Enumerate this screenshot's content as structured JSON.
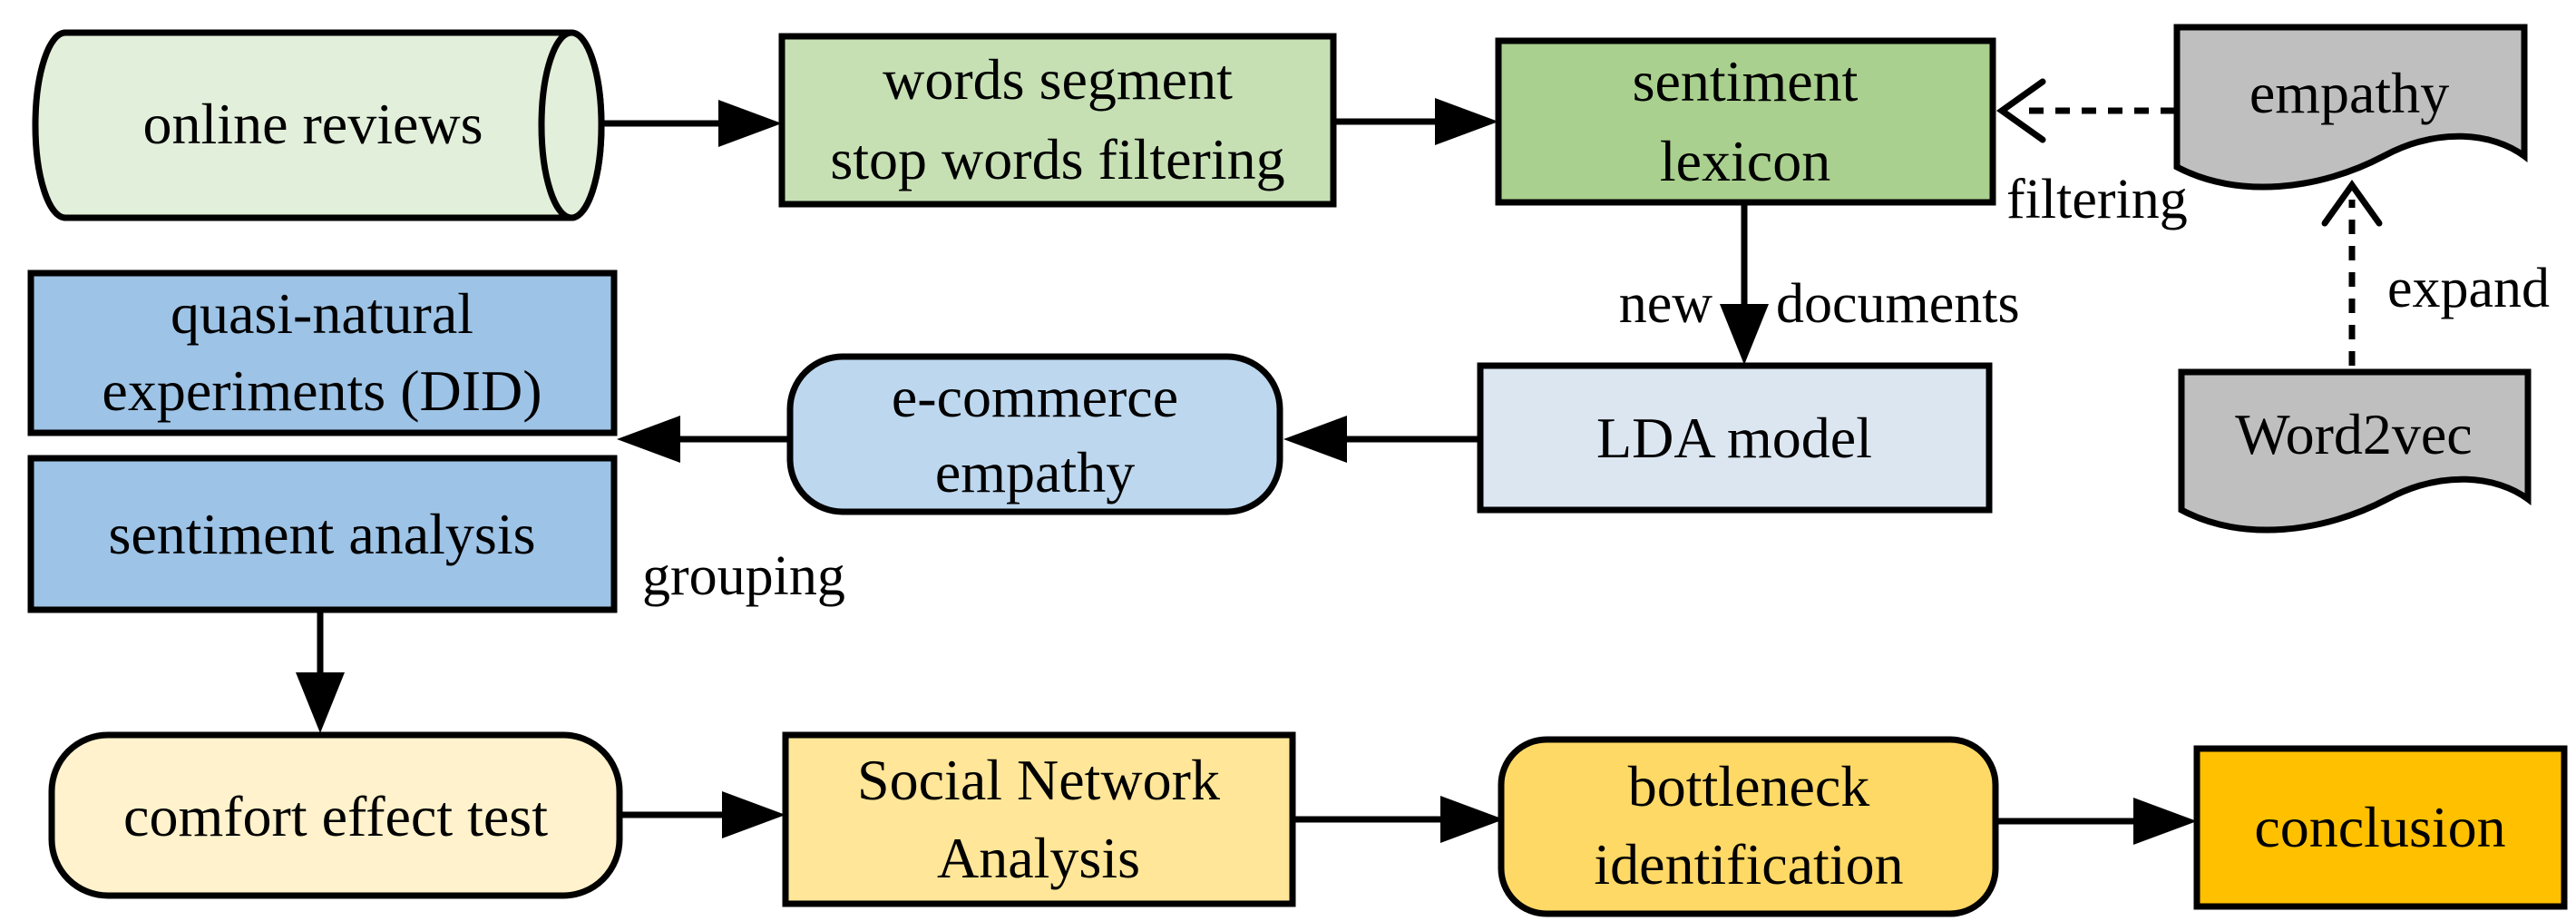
{
  "diagram": {
    "background": "#ffffff",
    "stroke_color": "#000000",
    "nodes": {
      "online_reviews": {
        "label": "online reviews",
        "shape": "cylinder",
        "fill": "#e2efda"
      },
      "words_segment": {
        "line1": "words segment",
        "line2": "stop words filtering",
        "shape": "rectangle",
        "fill": "#c6e0b4"
      },
      "sentiment_lexicon": {
        "line1": "sentiment",
        "line2": "lexicon",
        "shape": "rectangle",
        "fill": "#a9d08e"
      },
      "empathy": {
        "label": "empathy",
        "shape": "document",
        "fill": "#bfbfbf"
      },
      "word2vec": {
        "label": "Word2vec",
        "shape": "document",
        "fill": "#bfbfbf"
      },
      "lda_model": {
        "label": "LDA model",
        "shape": "rectangle",
        "fill": "#dce6f1"
      },
      "ecommerce_empathy": {
        "line1": "e-commerce",
        "line2": "empathy",
        "shape": "rounded-rectangle",
        "fill": "#bdd7ee"
      },
      "quasi_natural_experiments": {
        "line1": "quasi-natural",
        "line2": "experiments (DID)",
        "shape": "rectangle",
        "fill": "#9dc3e6"
      },
      "sentiment_analysis": {
        "label": "sentiment analysis",
        "shape": "rectangle",
        "fill": "#9dc3e6"
      },
      "comfort_effect_test": {
        "label": "comfort effect test",
        "shape": "rounded-rectangle",
        "fill": "#fff2cc"
      },
      "social_network_analysis": {
        "line1": "Social Network",
        "line2": "Analysis",
        "shape": "rectangle",
        "fill": "#ffe699"
      },
      "bottleneck_identification": {
        "line1": "bottleneck",
        "line2": "identification",
        "shape": "rounded-rectangle",
        "fill": "#ffd966"
      },
      "conclusion": {
        "label": "conclusion",
        "shape": "rectangle",
        "fill": "#ffc000"
      }
    },
    "edge_labels": {
      "filtering": "filtering",
      "expand": "expand",
      "new": "new",
      "documents": "documents",
      "grouping": "grouping"
    }
  }
}
